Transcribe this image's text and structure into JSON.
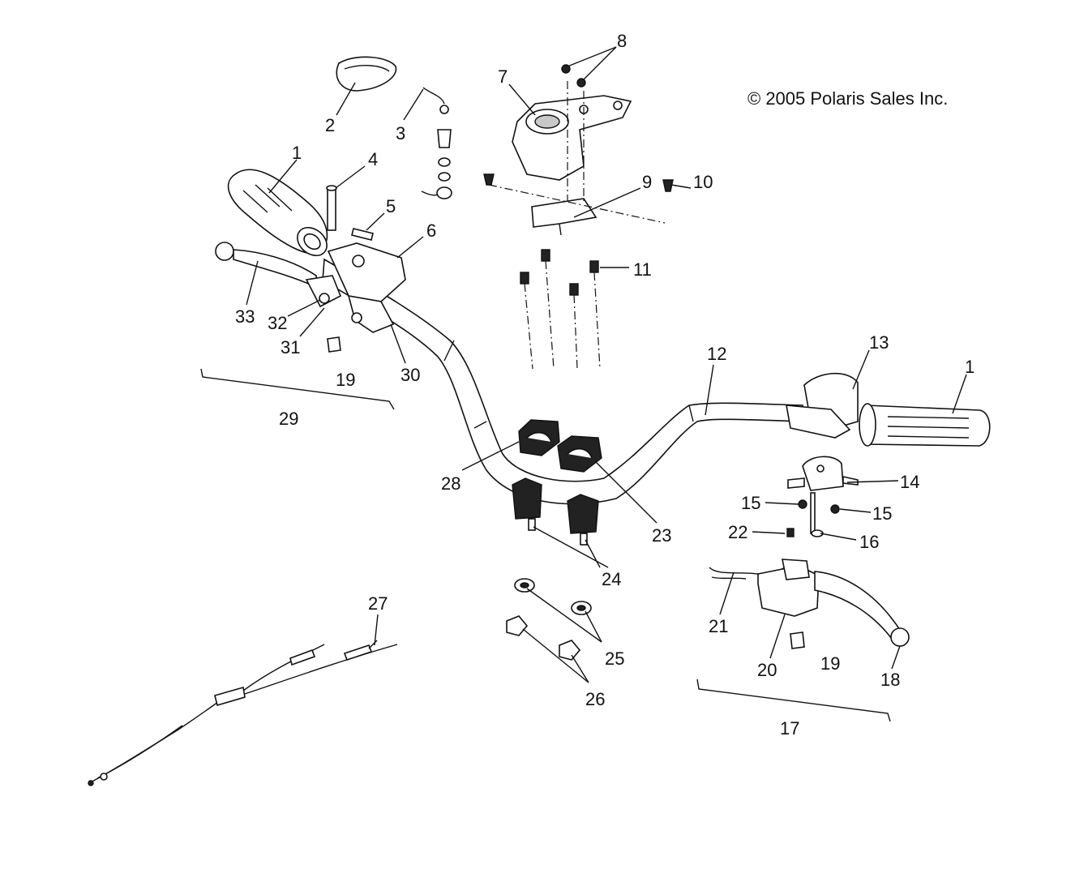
{
  "copyright": "© 2005 Polaris Sales Inc.",
  "callouts": {
    "c1a": "1",
    "c1b": "1",
    "c2": "2",
    "c3": "3",
    "c4": "4",
    "c5": "5",
    "c6": "6",
    "c7": "7",
    "c8": "8",
    "c9": "9",
    "c10": "10",
    "c11": "11",
    "c12": "12",
    "c13": "13",
    "c14": "14",
    "c15a": "15",
    "c15b": "15",
    "c16": "16",
    "c17": "17",
    "c18": "18",
    "c19a": "19",
    "c19b": "19",
    "c20": "20",
    "c21": "21",
    "c22": "22",
    "c23": "23",
    "c24": "24",
    "c25": "25",
    "c26": "26",
    "c27": "27",
    "c28": "28",
    "c29": "29",
    "c30": "30",
    "c31": "31",
    "c32": "32",
    "c33": "33"
  }
}
